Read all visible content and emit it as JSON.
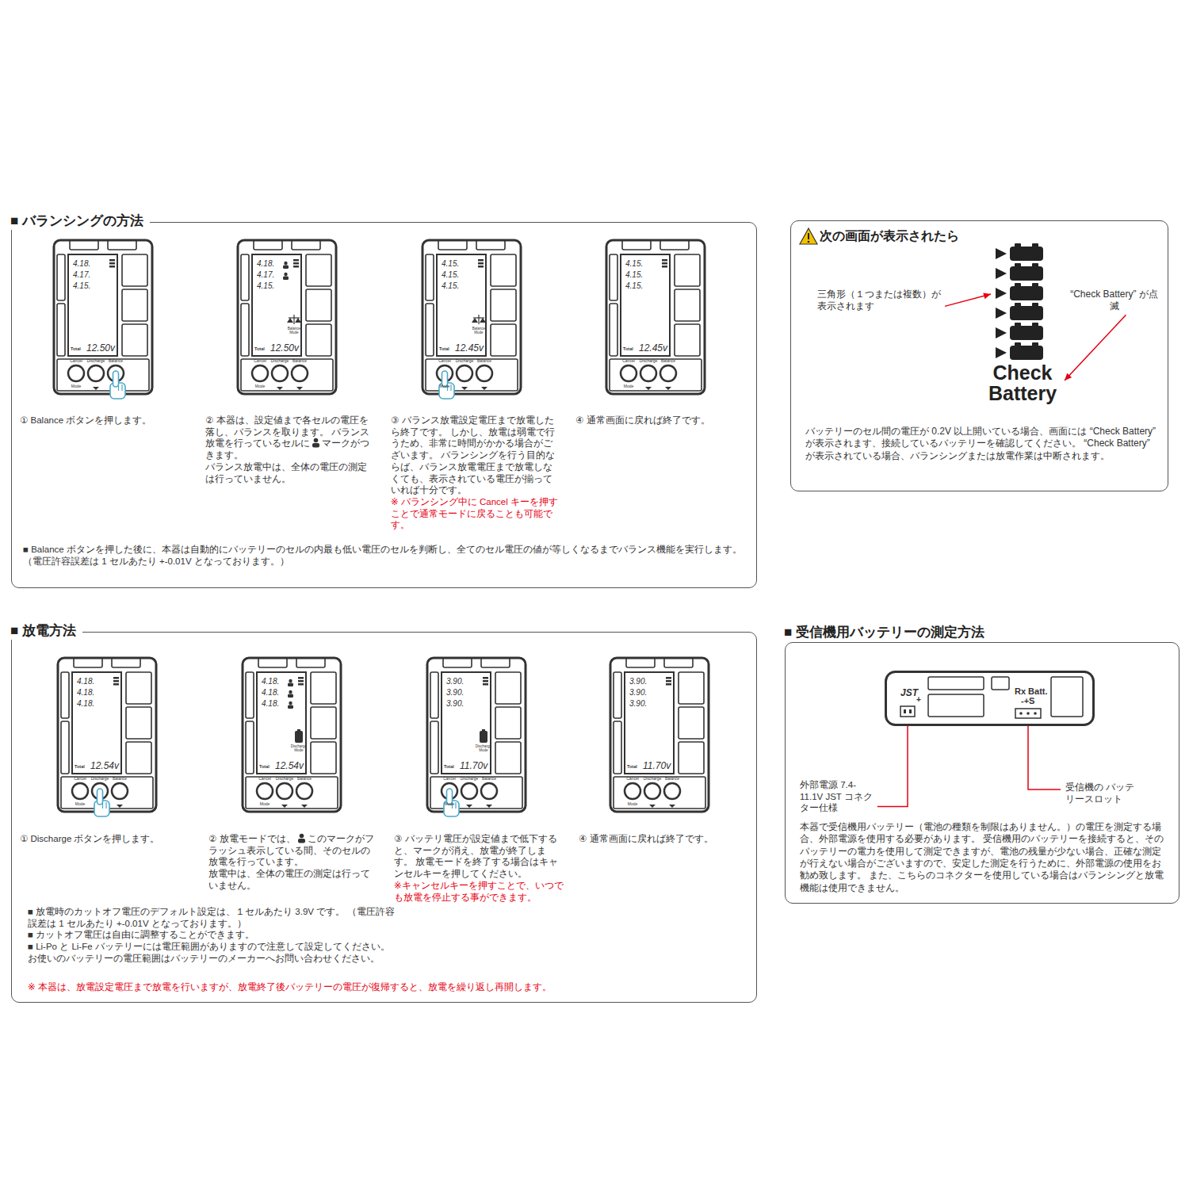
{
  "diagram": {
    "nodes": [
      {
        "text": [
          "■ バランシングの方法",
          "① Balance ボタンを押します。",
          "② 本器は、設定値まで各セルの電圧を落し、バランスを取ります。 バランス放電を行っているセルに",
          "マークがつきます。",
          "バランス放電中は、全体の電圧の測定は行っていません。",
          "③ バランス放電設定電圧まで放電したら終了です。 しかし、放電は弱電で行うため、非常に時間がかかる場合がございます。 バランシングを行う目的ならば、バランス放電電圧まで放電しなくても、表示されている電圧が揃っていれば十分です。",
          "※ バランシング中に Cancel キーを押すことで通常モードに戻ることも可能です。",
          "④ 通常画面に戻れば終了です。",
          "■ Balance ボタンを押した後に、本器は自動的にバッテリーのセルの内最も低い電圧のセルを判断し、全てのセル電圧の値が等しくなるまでバランス機能を実行します。 （電圧許容誤差は 1 セルあたり +-0.01V となっております。）"
        ]
      },
      {
        "text": [
          "4.18.",
          "4.17.",
          "4.15.",
          "Total",
          "12.50v",
          "Cancel",
          "Discharge",
          "Balance",
          "Mode"
        ],
        "in": 0
      },
      {
        "text": [
          "4.18.",
          "4.17.",
          "4.15.",
          "Total",
          "12.50v",
          "Cancel",
          "Discharge",
          "Balance",
          "Mode",
          "Balance Mode"
        ],
        "in": 0
      },
      {
        "text": [
          "4.15.",
          "4.15.",
          "4.15.",
          "Total",
          "12.45v",
          "Cancel",
          "Discharge",
          "Balance",
          "Mode",
          "Balance Mode"
        ],
        "in": 0
      },
      {
        "text": [
          "4.15.",
          "4.15.",
          "4.15.",
          "Total",
          "12.45v",
          "Cancel",
          "Discharge",
          "Balance",
          "Mode"
        ],
        "in": 0
      },
      {
        "text": [
          "次の画面が表示されたら",
          "三角形（１つまたは複数）が表示されます",
          "“Check Battery” が点滅",
          "Check Battery",
          "バッテリーのセル間の電圧が 0.2V 以上開いている場合、画面には “Check Battery” が表示されます、接続しているバッテリーを確認してください。 “Check Battery” が表示されている場合、バランシングまたは放電作業は中断されます。"
        ]
      },
      {
        "text": [
          "■ 放電方法",
          "① Discharge ボタンを押します。",
          "② 放電モードでは、",
          "このマークがフラッシュ表示している間、そのセルの放電を行っています。",
          "放電中は、全体の電圧の測定は行っていません。",
          "③ バッテリ電圧が設定値まで低下すると、マークが消え、放電が終了します。 放電モードを終了する場合はキャンセルキーを押してください。",
          "※キャンセルキーを押すことで、いつでも放電を停止する事ができます。",
          "④ 通常画面に戻れば終了です。",
          "■ 放電時のカットオフ電圧のデフォルト設定は、１セルあたり 3.9V です。 （電圧許容誤差は 1 セルあたり +-0.01V となっております。）",
          "■ カットオフ電圧は自由に調整することができます。",
          "■ Li-Po と Li-Fe バッテリーには電圧範囲がありますので注意して設定してください。 お使いのバッテリーの電圧範囲はバッテリーのメーカーへお問い合わせください。",
          "※ 本器は、放電設定電圧まで放電を行いますが、放電終了後バッテリーの電圧が復帰すると、放電を繰り返し再開します。"
        ]
      },
      {
        "text": [
          "4.18.",
          "4.18.",
          "4.18.",
          "Total",
          "12.54v",
          "Cancel",
          "Discharge",
          "Balance",
          "Mode"
        ],
        "in": 6
      },
      {
        "text": [
          "4.18.",
          "4.18.",
          "4.18.",
          "Total",
          "12.54v",
          "Cancel",
          "Discharge",
          "Balance",
          "Mode",
          "Discharge Mode"
        ],
        "in": 6
      },
      {
        "text": [
          "3.90.",
          "3.90.",
          "3.90.",
          "Total",
          "11.70v",
          "Cancel",
          "Discharge",
          "Balance",
          "Mode",
          "Discharge Mode"
        ],
        "in": 6
      },
      {
        "text": [
          "3.90.",
          "3.90.",
          "3.90.",
          "Total",
          "11.70v",
          "Cancel",
          "Discharge",
          "Balance",
          "Mode"
        ],
        "in": 6
      },
      {
        "text": [
          "■ 受信機用バッテリーの測定方法",
          "外部電源 7.4-11.1V JST コネクター仕様",
          "受信機の バッテリースロット",
          "本器で受信機用バッテリー（電池の種類を制限はありません。）の電圧を測定する場合、外部電源を使用する必要があります。 受信機用のバッテリーを接続すると、そのバッテリーの電力を使用して測定できますが、電池の残量が少ない場合、正確な測定が行えない場合がございますので、安定した測定を行うために、外部電源の使用をお勧め致します。 また、こちらのコネクターを使用している場合はバランシングと放電機能は使用できません。"
        ]
      },
      {
        "text": [
          "JST",
          "+",
          "Rx Batt.",
          "-+S"
        ],
        "in": 11
      }
    ]
  }
}
